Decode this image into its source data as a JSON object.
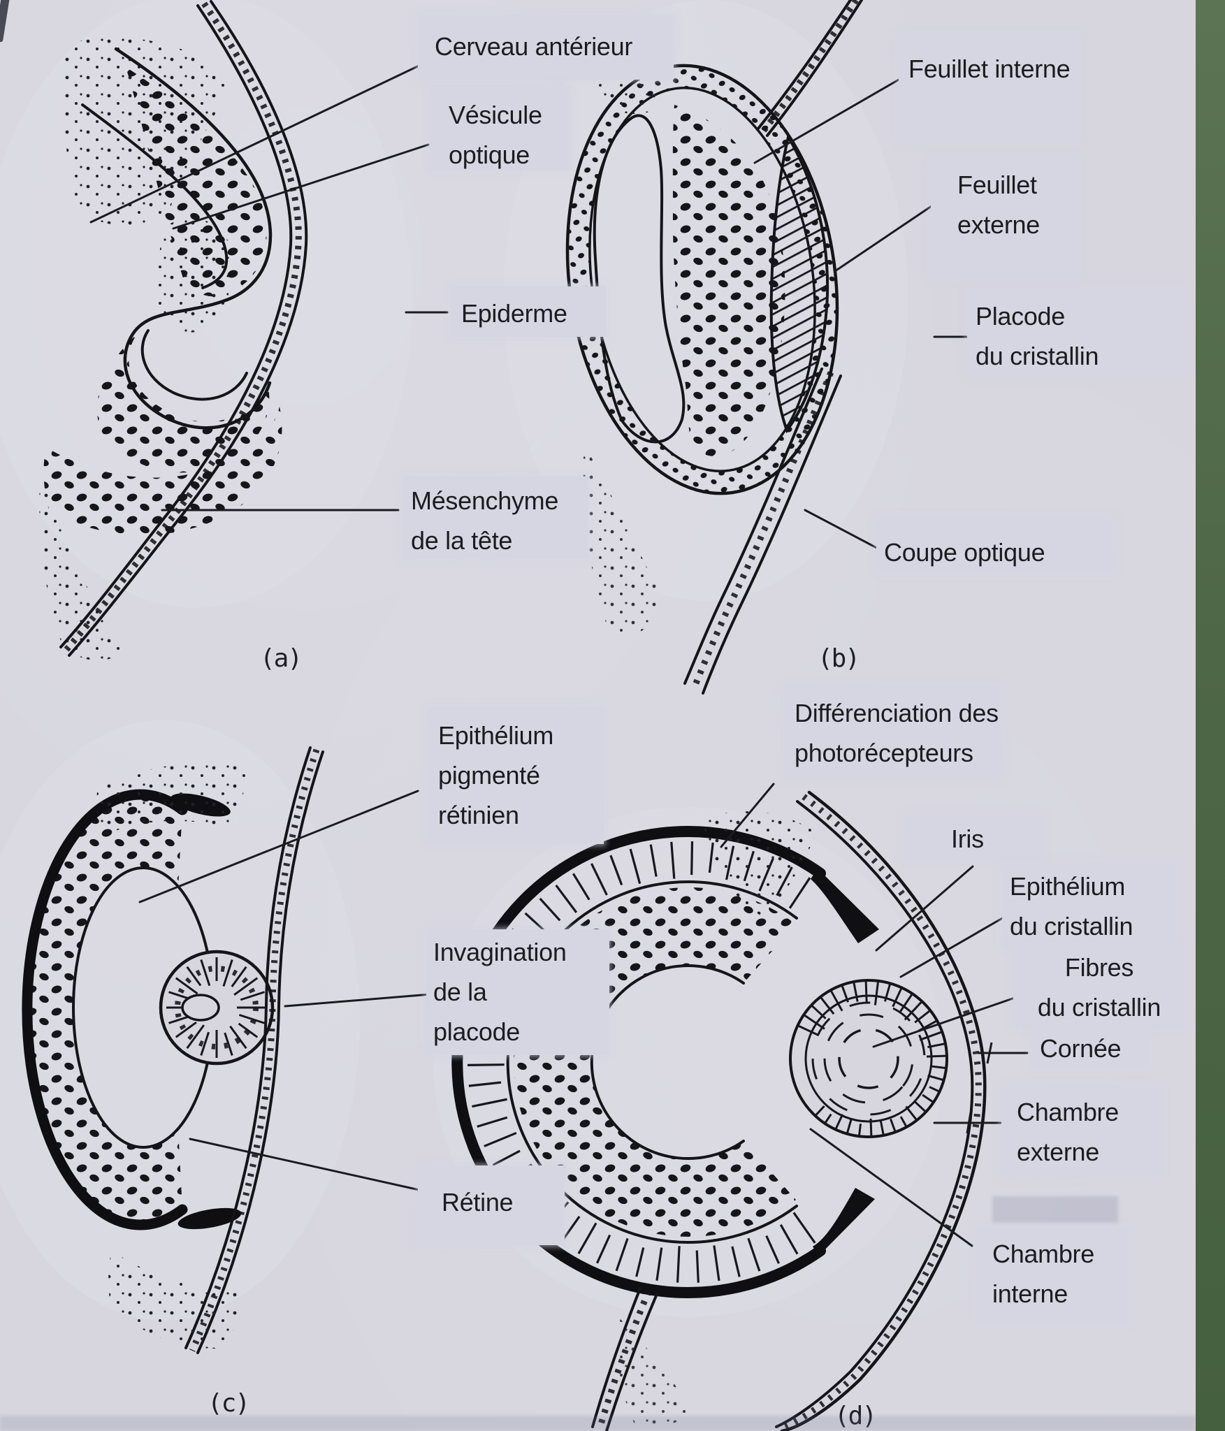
{
  "colors": {
    "paper": "#d7d6df",
    "ink": "#1c1c20",
    "label_box": "#d6d6e3",
    "side_strip_green": "#4e6747"
  },
  "figure": {
    "panel_letters": {
      "a": "(a)",
      "b": "(b)",
      "c": "(c)",
      "d": "(d)"
    },
    "labels": {
      "cerveau_anterieur": "Cerveau antérieur",
      "vesicule_optique": "Vésicule\noptique",
      "epiderme": "Epiderme",
      "mesenchyme_tete": "Mésenchyme\nde la tête",
      "feuillet_interne": "Feuillet interne",
      "feuillet_externe": "Feuillet\nexterne",
      "placode_cristallin": "Placode\ndu cristallin",
      "coupe_optique": "Coupe optique",
      "epithelium_pigmente": "Epithélium\npigmenté\nrétinien",
      "invagination_placode": "Invagination\nde la\nplacode",
      "retine": "Rétine",
      "differenciation_photorecepteurs": "Différenciation des\nphotorécepteurs",
      "iris": "Iris",
      "epithelium_cristallin": "Epithélium\ndu cristallin",
      "fibres_cristallin": "Fibres\ndu cristallin",
      "cornee": "Cornée",
      "chambre_externe": "Chambre\nexterne",
      "chambre_interne": "Chambre\ninterne"
    }
  }
}
